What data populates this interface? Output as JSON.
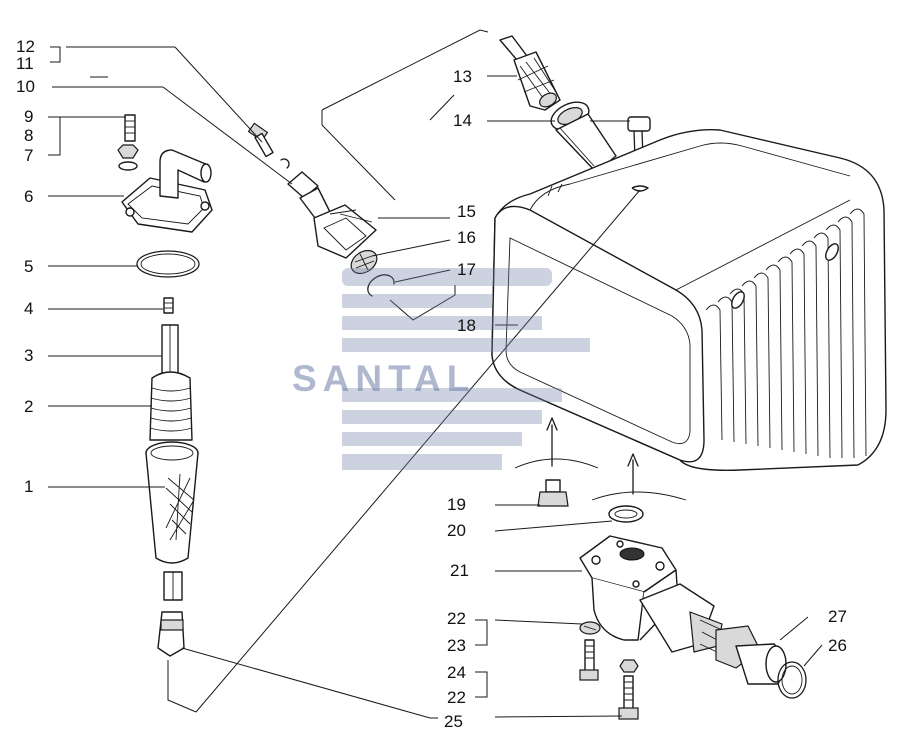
{
  "watermark": {
    "text": "SANTAL",
    "color": "#6e7da5"
  },
  "callouts": [
    {
      "id": "c1",
      "text": "1"
    },
    {
      "id": "c2",
      "text": "2"
    },
    {
      "id": "c3",
      "text": "3"
    },
    {
      "id": "c4",
      "text": "4"
    },
    {
      "id": "c5",
      "text": "5"
    },
    {
      "id": "c6",
      "text": "6"
    },
    {
      "id": "c7",
      "text": "7"
    },
    {
      "id": "c8",
      "text": "8"
    },
    {
      "id": "c9",
      "text": "9"
    },
    {
      "id": "c10",
      "text": "10"
    },
    {
      "id": "c11",
      "text": "11"
    },
    {
      "id": "c12",
      "text": "12"
    },
    {
      "id": "c13",
      "text": "13"
    },
    {
      "id": "c14",
      "text": "14"
    },
    {
      "id": "c15",
      "text": "15"
    },
    {
      "id": "c16",
      "text": "16"
    },
    {
      "id": "c17",
      "text": "17"
    },
    {
      "id": "c18",
      "text": "18"
    },
    {
      "id": "c19",
      "text": "19"
    },
    {
      "id": "c20",
      "text": "20"
    },
    {
      "id": "c21",
      "text": "21"
    },
    {
      "id": "c22a",
      "text": "22"
    },
    {
      "id": "c23",
      "text": "23"
    },
    {
      "id": "c24",
      "text": "24"
    },
    {
      "id": "c22b",
      "text": "22"
    },
    {
      "id": "c25",
      "text": "25"
    },
    {
      "id": "c26",
      "text": "26"
    },
    {
      "id": "c27",
      "text": "27"
    }
  ]
}
